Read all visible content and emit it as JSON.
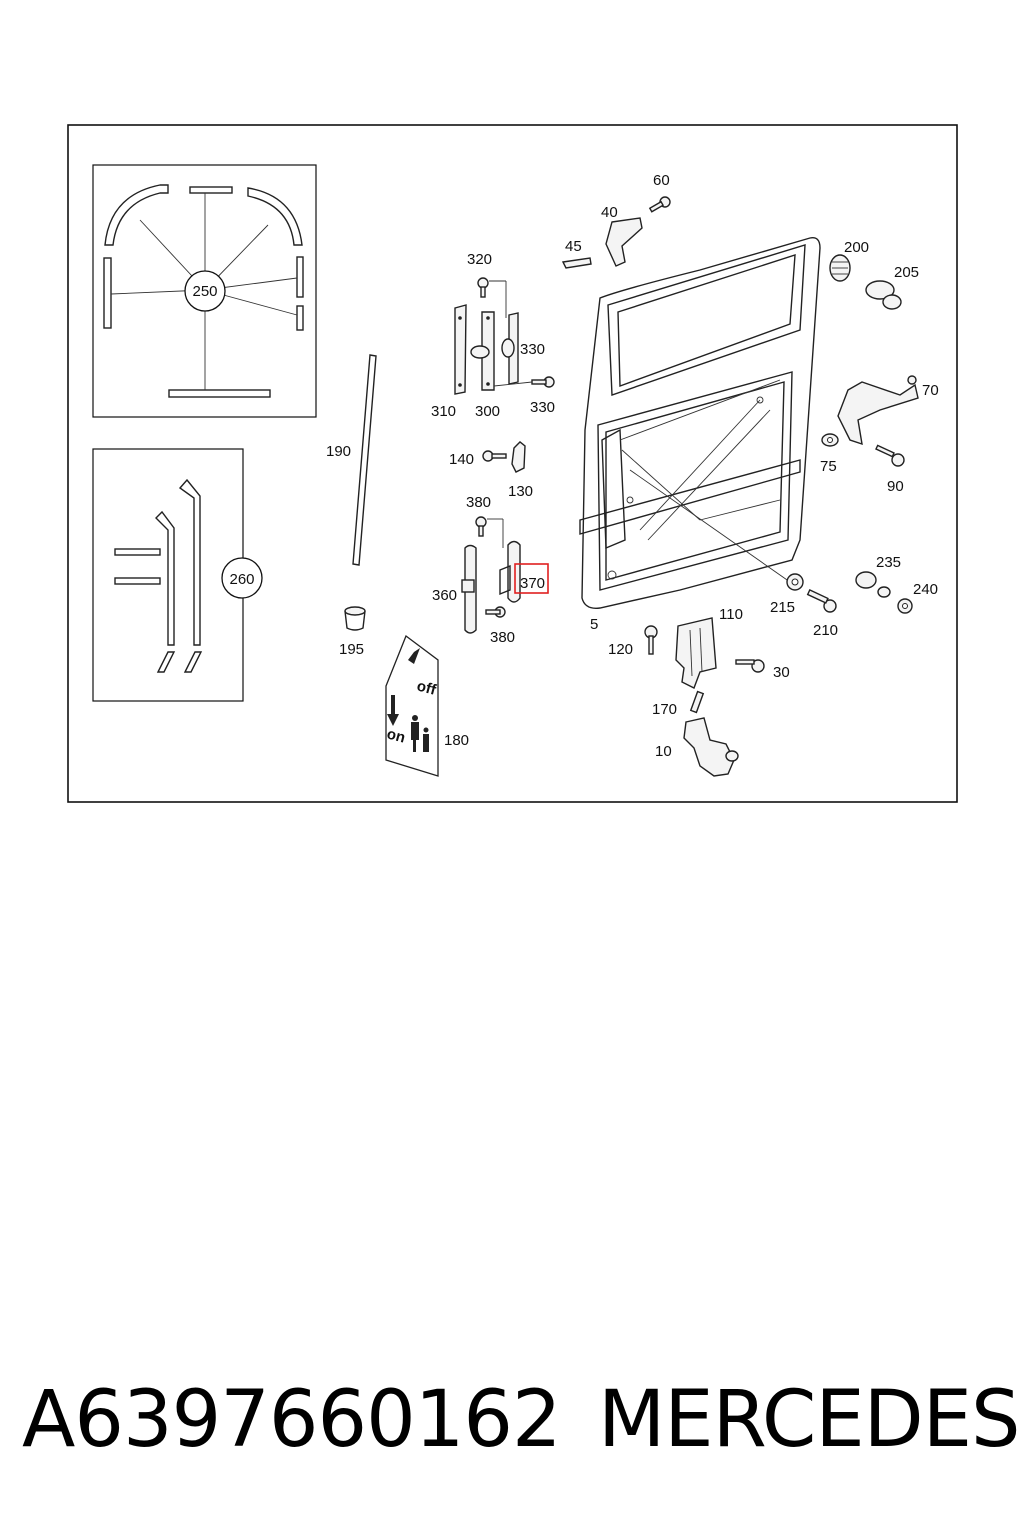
{
  "diagram": {
    "callouts": [
      "5",
      "10",
      "30",
      "40",
      "45",
      "60",
      "70",
      "75",
      "90",
      "110",
      "120",
      "130",
      "140",
      "170",
      "180",
      "190",
      "195",
      "200",
      "205",
      "210",
      "215",
      "235",
      "240",
      "250",
      "260",
      "300",
      "310",
      "320",
      "330",
      "330",
      "360",
      "370",
      "380",
      "380"
    ],
    "highlighted_callout": "370",
    "sticker_text": {
      "off": "off",
      "on": "on"
    },
    "highlight_color": "#e02020"
  },
  "footer": {
    "part_number": "A6397660162",
    "brand": "MERCEDES"
  }
}
